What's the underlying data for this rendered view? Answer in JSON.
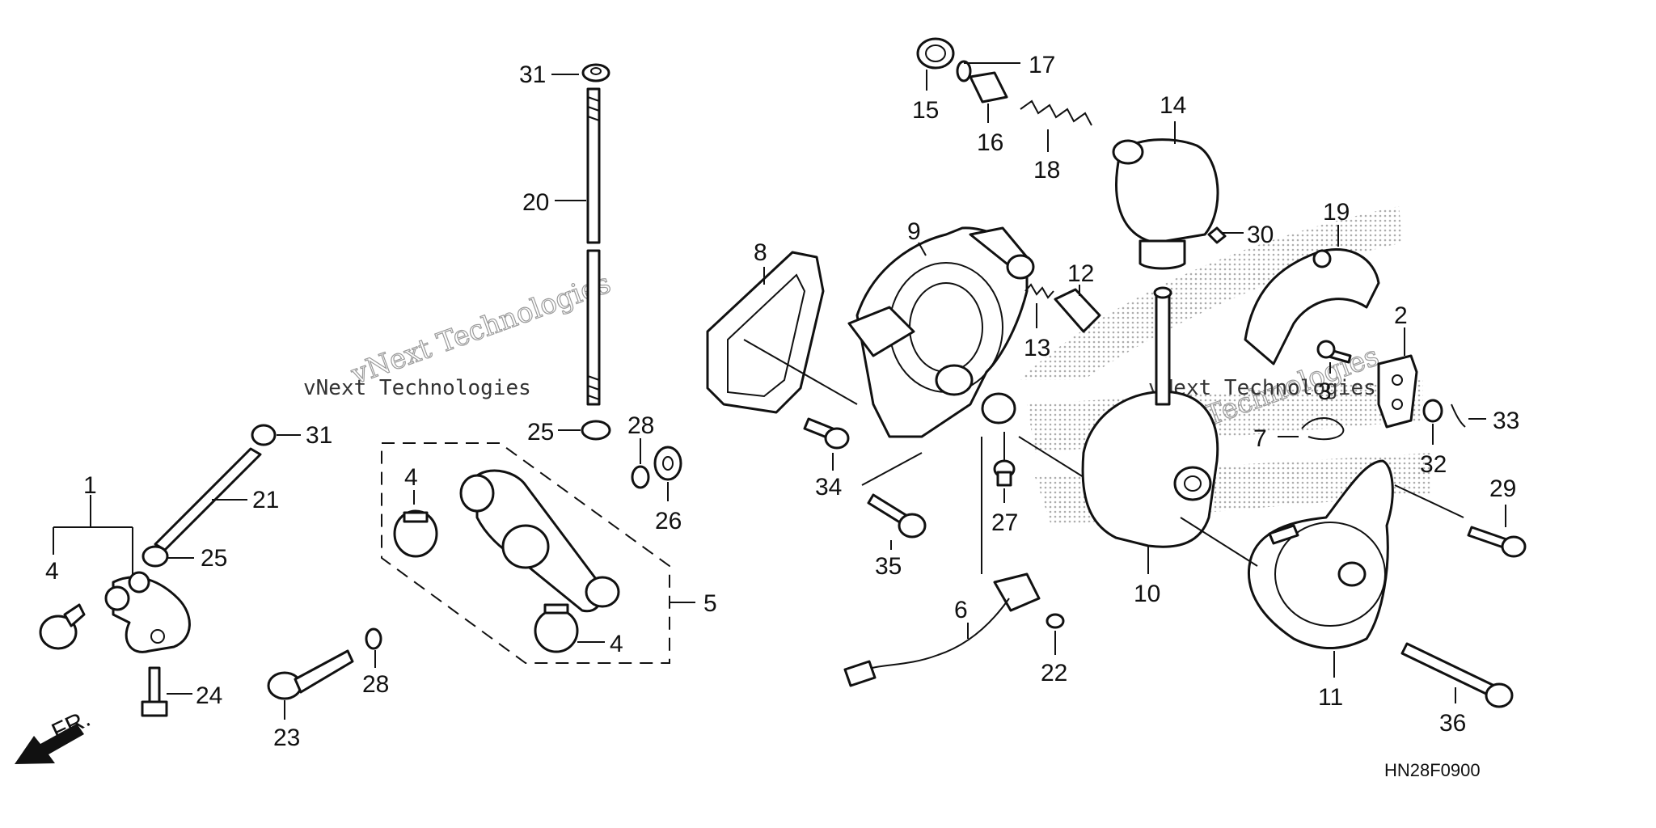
{
  "diagram_code": "HN28F0900",
  "front_indicator": "FR.",
  "watermark": "vNext Technologies",
  "callouts": {
    "c1": "1",
    "c2": "2",
    "c3": "3",
    "c4a": "4",
    "c4b": "4",
    "c4c": "4",
    "c5": "5",
    "c6": "6",
    "c7": "7",
    "c8": "8",
    "c9": "9",
    "c10": "10",
    "c11": "11",
    "c12": "12",
    "c13": "13",
    "c14": "14",
    "c15": "15",
    "c16": "16",
    "c17": "17",
    "c18": "18",
    "c19": "19",
    "c20": "20",
    "c21": "21",
    "c22": "22",
    "c23": "23",
    "c24": "24",
    "c25a": "25",
    "c25b": "25",
    "c26": "26",
    "c27": "27",
    "c28a": "28",
    "c28b": "28",
    "c29": "29",
    "c30": "30",
    "c31a": "31",
    "c31b": "31",
    "c32": "32",
    "c33": "33",
    "c34": "34",
    "c35": "35",
    "c36": "36"
  }
}
